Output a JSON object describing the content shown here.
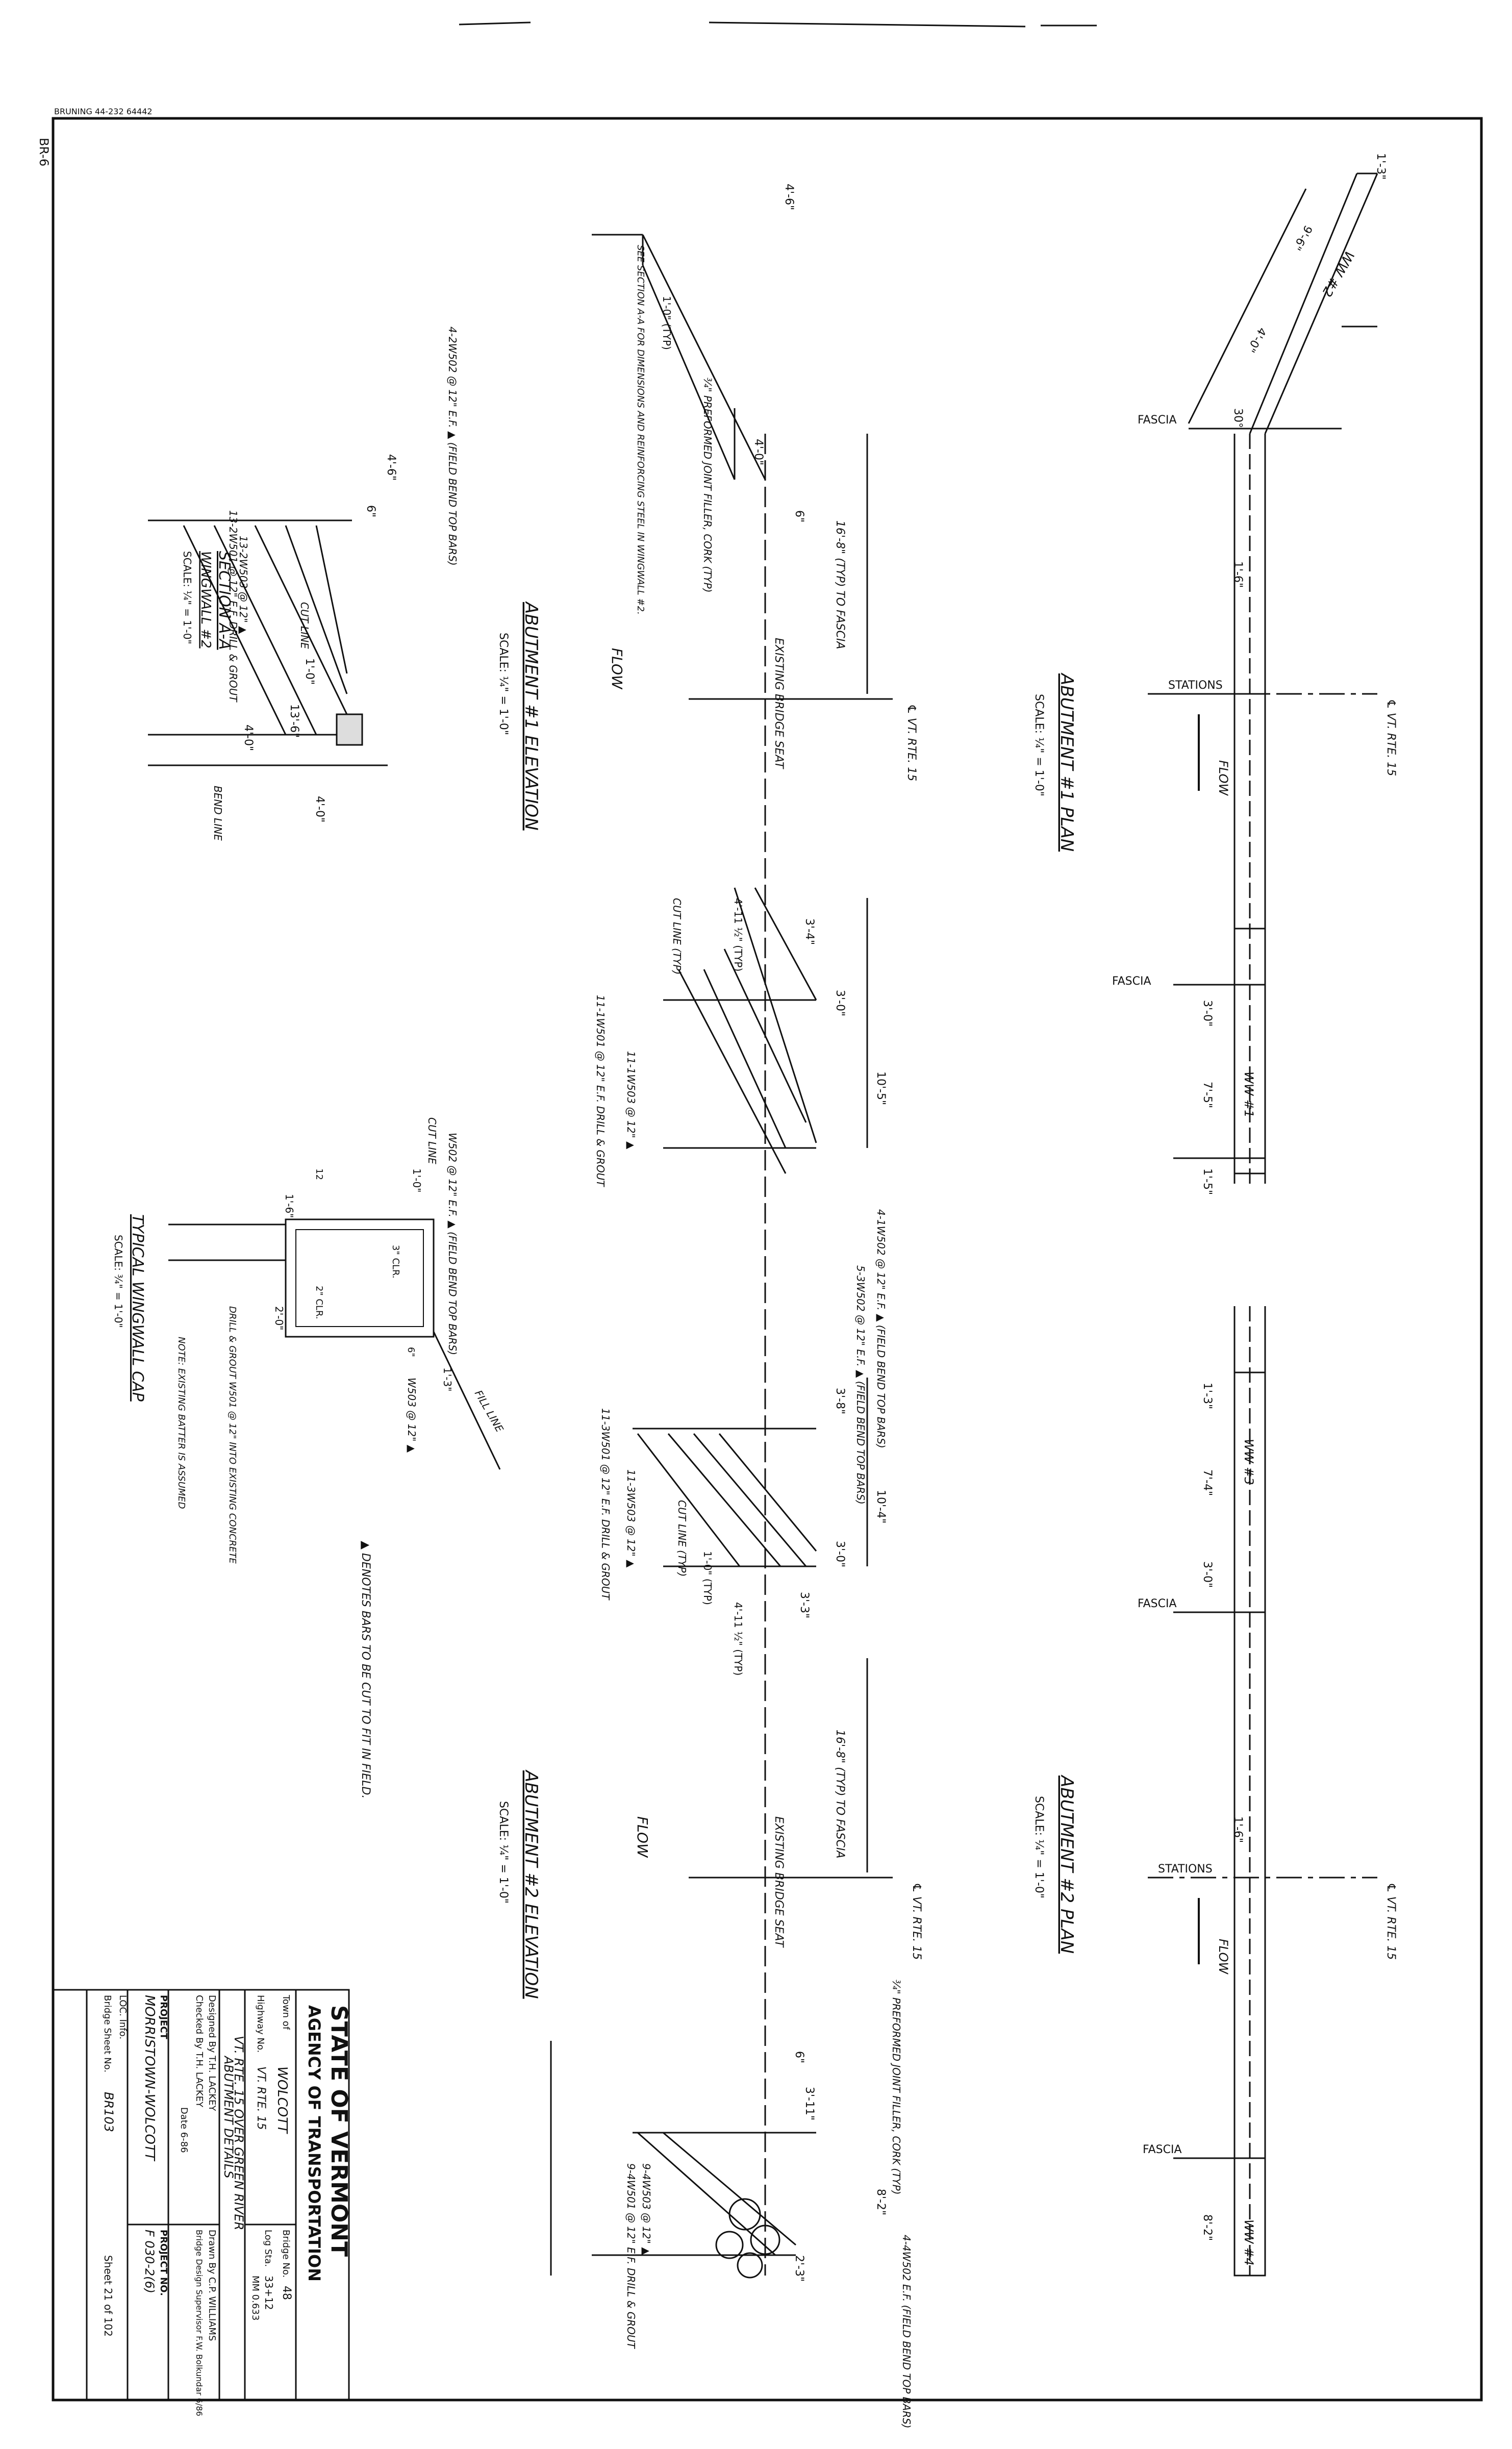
{
  "header": {
    "stamp": "BRUNING 44-232 64442",
    "sheet_code": "BR-6"
  },
  "abut1_plan": {
    "title": "ABUTMENT #1 PLAN",
    "scale": "SCALE: ¼\" = 1'-0\"",
    "fascia": "FASCIA",
    "stations": "STATIONS",
    "flow": "FLOW",
    "centerline": "℄ VT. RTE. 15",
    "ww2": "WW #2",
    "ww1": "WW #1",
    "d_9_6": "9'-6\"",
    "d_4_0": "4'-0\"",
    "d_30": "30°",
    "d_1_6": "1'-6\"",
    "d_3_0": "3'-0\"",
    "d_7_5": "7'-5\"",
    "d_1_5": "1'-5\"",
    "d_1_3": "1'-3\""
  },
  "abut2_plan": {
    "title": "ABUTMENT #2 PLAN",
    "scale": "SCALE: ¼\" = 1'-0\"",
    "fascia": "FASCIA",
    "stations": "STATIONS",
    "flow": "FLOW",
    "centerline": "℄ VT. RTE. 15",
    "ww3": "WW #3",
    "ww4": "WW #4",
    "d_1_3": "1'-3\"",
    "d_7_4": "7'-4\"",
    "d_3_0": "3'-0\"",
    "d_1_6": "1'-6\"",
    "d_8_2": "8'-2\""
  },
  "abut1_elev": {
    "title": "ABUTMENT #1 ELEVATION",
    "scale": "SCALE: ¼\" = 1'-0\"",
    "flow": "FLOW",
    "seat": "EXISTING BRIDGE SEAT",
    "centerline": "℄ VT. RTE. 15",
    "fascia_dim": "16'-8\" (TYP) TO FASCIA",
    "joint": "¾\" PREFORMED JOINT FILLER, CORK (TYP)",
    "see_section": "SEE SECTION A-A FOR DIMENSIONS AND REINFORCING STEEL IN WINGWALL #2.",
    "d_4_6": "4'-6\"",
    "d_6": "6\"",
    "d_1_0_typ": "1'-0\" (TYP)",
    "d_4_0": "4'-0\"",
    "d_3_4": "3'-4\"",
    "d_4_11": "4'-11 ½\" (TYP)",
    "d_3_0": "3'-0\"",
    "d_10_5": "10'-5\"",
    "cut_line": "CUT LINE (TYP)",
    "bars_501": "11-1W501 @ 12\" E.F. DRILL & GROUT",
    "bars_503": "11-1W503 @ 12\" ▲",
    "bars_502": "4-1W502 @ 12\" E.F. ▲ (FIELD BEND TOP BARS)"
  },
  "section_aa": {
    "title": "SECTION A-A",
    "subtitle": "WINGWALL #2",
    "scale": "SCALE: ¼\" = 1'-0\"",
    "bars_502": "4-2W502 @ 12\" E.F. ▲ (FIELD BEND TOP BARS)",
    "bars_503": "13-2W503 @ 12\" ▲",
    "bars_501": "13-2W501 @ 12\" E.F. DRILL & GROUT",
    "cut_line": "CUT LINE",
    "bend_line": "BEND LINE",
    "d_4_6": "4'-6\"",
    "d_13_6": "13'-6\"",
    "d_4_0a": "4'-0\"",
    "d_4_0b": "4'-0\"",
    "d_1_0": "1'-0\"",
    "d_6": "6\""
  },
  "wingwall_cap": {
    "title": "TYPICAL WINGWALL CAP",
    "scale": "SCALE: ¾\" = 1'-0\"",
    "w502": "W502 @ 12\" E.F. ▲ (FIELD BEND TOP BARS)",
    "cut_line": "CUT LINE",
    "fill_line": "FILL LINE",
    "w503": "W503 @ 12\" ▲",
    "drill": "DRILL & GROUT W501 @ 12\" INTO EXISTING CONCRETE",
    "note": "NOTE: EXISTING BATTER IS ASSUMED",
    "d_1_0": "1'-0\"",
    "d_3clr": "3\" CLR.",
    "d_1_3": "1'-3\"",
    "d_1_6": "1'-6\"",
    "d_2_0": "2'-0\"",
    "d_2clr": "2\" CLR.",
    "d_12": "12",
    "d_6": "6\""
  },
  "abut2_elev": {
    "title": "ABUTMENT #2 ELEVATION",
    "scale": "SCALE: ¼\" = 1'-0\"",
    "flow": "FLOW",
    "seat": "EXISTING BRIDGE SEAT",
    "centerline": "℄ VT. RTE. 15",
    "fascia_dim": "16'-8\" (TYP) TO FASCIA",
    "joint": "¾\" PREFORMED JOINT FILLER, CORK (TYP)",
    "bars_502a": "5-3W502 @ 12\" E.F. ▲ (FIELD BEND TOP BARS)",
    "bars_501a": "11-3W501 @ 12\" E.F. DRILL & GROUT",
    "bars_503a": "11-3W503 @ 12\" ▲",
    "cut_line": "CUT LINE (TYP)",
    "d_3_8": "3'-8\"",
    "d_10_4": "10'-4\"",
    "d_3_0": "3'-0\"",
    "d_1_0": "1'-0\" (TYP)",
    "d_3_3": "3'-3\"",
    "d_4_11": "4'-11 ½\" (TYP)",
    "d_3_11": "3'-11\"",
    "d_8_2": "8'-2\"",
    "d_2_3": "2'-3\"",
    "d_6": "6\"",
    "bars_502b": "4-4W502 E.F. (FIELD BEND TOP BARS)",
    "bars_503b": "9-4W503 @ 12\" ▲",
    "bars_501b": "9-4W501 @ 12\" E.F. DRILL & GROUT"
  },
  "legend": "▲ DENOTES BARS TO BE CUT TO FIT IN FIELD.",
  "title_block": {
    "state": "STATE OF VERMONT",
    "agency": "AGENCY OF TRANSPORTATION",
    "town_label": "Town of",
    "town": "WOLCOTT",
    "bridge_no_label": "Bridge No.",
    "bridge_no": "48",
    "highway_label": "Highway No.",
    "highway": "VT. RTE. 15",
    "log_sta_label": "Log Sta.",
    "log_sta": "33+12",
    "mm": "MM 0.633",
    "over": "VT. RTE. 15 OVER GREEN RIVER",
    "detail": "ABUTMENT DETAILS",
    "designed": "Designed By T.H. LACKEY",
    "drawn": "Drawn By C.P. WILLIAMS",
    "checked": "Checked By T.H. LACKEY",
    "date": "Date 6-86",
    "supervisor": "Bridge Design Supervisor F.W. Bolkundar 6/86",
    "project_label": "PROJECT",
    "project": "MORRISTOWN-WOLCOTT",
    "project_no_label": "PROJECT NO.",
    "project_no": "F 030-2(6)",
    "loc_info": "LOC. Info.",
    "sheet_no_label": "Bridge Sheet No.",
    "sheet_no": "BR103",
    "sheet_label": "Sheet 21 of 102"
  }
}
